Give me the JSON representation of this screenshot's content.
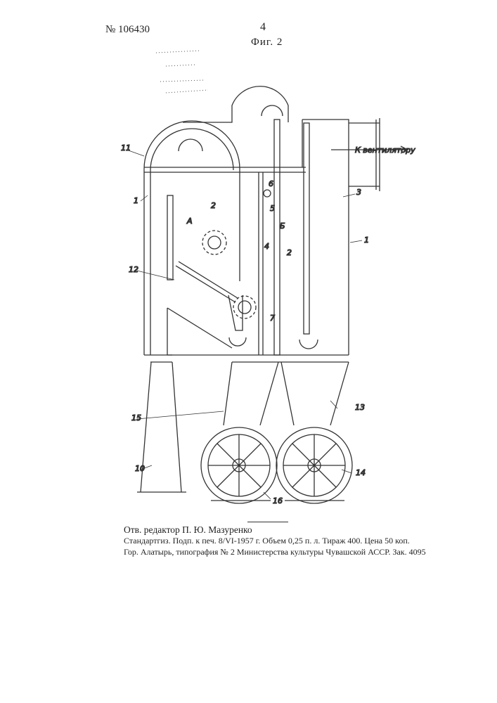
{
  "header": {
    "patent_number": "№ 106430",
    "page_number": "4",
    "figure_caption": "Фиг. 2"
  },
  "drawing": {
    "fan_label": "К вентилятору",
    "labels": {
      "l1_left": "1",
      "l1_right": "1",
      "l2_left": "2",
      "l2_right": "2",
      "l3": "3",
      "l4": "4",
      "l5": "5",
      "l6": "6",
      "l7": "7",
      "l10": "10",
      "l11": "11",
      "l12": "12",
      "l13": "13",
      "l14": "14",
      "l15": "15",
      "l16": "16",
      "zone_a": "А",
      "zone_b": "Б"
    }
  },
  "footer": {
    "editor": "Отв. редактор П. Ю. Мазуренко",
    "imprint_line1": "Стандартгиз. Подп. к печ. 8/VI-1957 г. Объем 0,25 п. л. Тираж 400. Цена 50 коп.",
    "imprint_line2": "Гор. Алатырь, типография № 2 Министерства культуры Чувашской АССР. Зак. 4095"
  }
}
